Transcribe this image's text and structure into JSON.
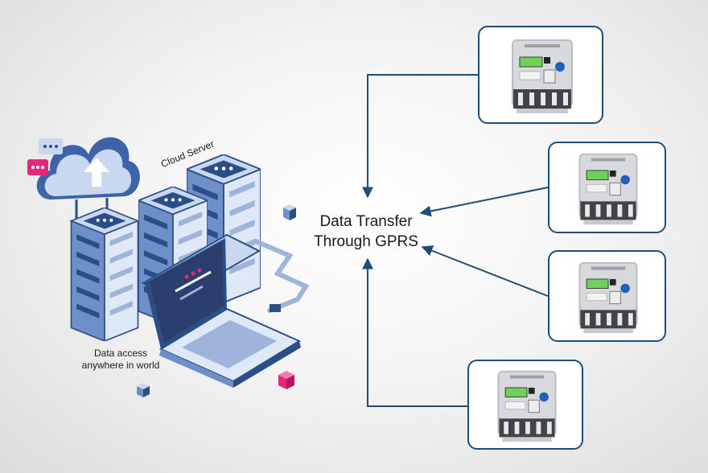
{
  "labels": {
    "cloud_server": "Cloud Server",
    "transfer_line1": "Data Transfer",
    "transfer_line2": "Through GPRS",
    "access_line1": "Data access",
    "access_line2": "anywhere in world"
  },
  "colors": {
    "arrow": "#1d4d7a",
    "card_border": "#1d4d7a",
    "server_dark": "#2a4e86",
    "server_mid": "#6f8fc9",
    "server_light": "#c9d8ef",
    "laptop_screen": "#2b3f6e",
    "accent_pink": "#e6287a",
    "meter_display": "#6fd15a"
  },
  "icons": [
    "cloud-icon",
    "upload-arrow-icon",
    "chat-bubble-icon",
    "server-rack-icon",
    "laptop-icon",
    "cube-icon",
    "smart-meter-icon"
  ]
}
